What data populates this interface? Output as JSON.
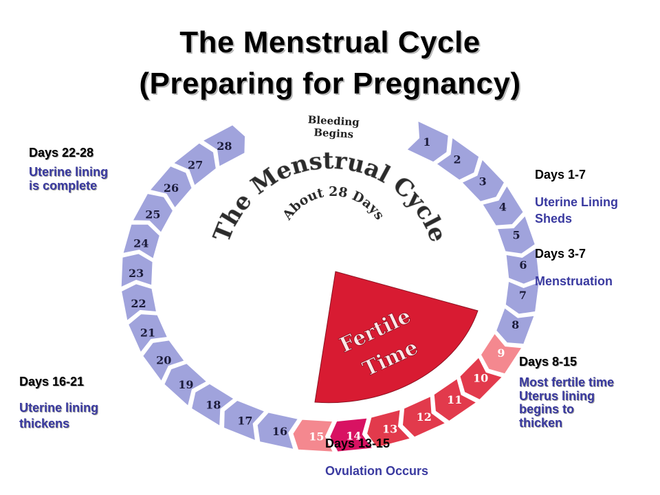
{
  "title": {
    "line1": "The Menstrual Cycle",
    "line2": "(Preparing for Pregnancy)"
  },
  "wheel": {
    "ring_title": "The Menstrual Cycle",
    "ring_subtitle": "About 28 Days",
    "bleeding": [
      "Bleeding",
      "Begins"
    ],
    "fertile": [
      "Fertile",
      "Time"
    ],
    "days": [
      "1",
      "2",
      "3",
      "4",
      "5",
      "6",
      "7",
      "8",
      "9",
      "10",
      "11",
      "12",
      "13",
      "14",
      "15",
      "16",
      "17",
      "18",
      "19",
      "20",
      "21",
      "22",
      "23",
      "24",
      "25",
      "26",
      "27",
      "28"
    ]
  },
  "annotations": {
    "days_22_28": {
      "heading": "Days 22-28",
      "line1": "Uterine lining",
      "line2": "is complete"
    },
    "days_1_7": {
      "heading": "Days 1-7",
      "line1": "Uterine Lining",
      "line2": "Sheds"
    },
    "days_3_7": {
      "heading": "Days 3-7",
      "line1": "Menstruation"
    },
    "days_8_15": {
      "heading": "Days 8-15",
      "line1": "Most fertile time",
      "line2": "Uterus lining",
      "line3": "begins to",
      "line4": "thicken"
    },
    "days_16_21": {
      "heading": "Days 16-21",
      "line1": "Uterine lining",
      "line2": "thickens"
    },
    "days_13_15": {
      "heading": "Days 13-15",
      "line1": "Ovulation Occurs"
    }
  },
  "colors": {
    "normal_day": "#a0a3dc",
    "fertile_light": "#f4888f",
    "fertile_mid": "#e23a4c",
    "ovulation": "#d81262",
    "fertile_time": "#d81b32",
    "label_blue": "#3a3aa0"
  }
}
